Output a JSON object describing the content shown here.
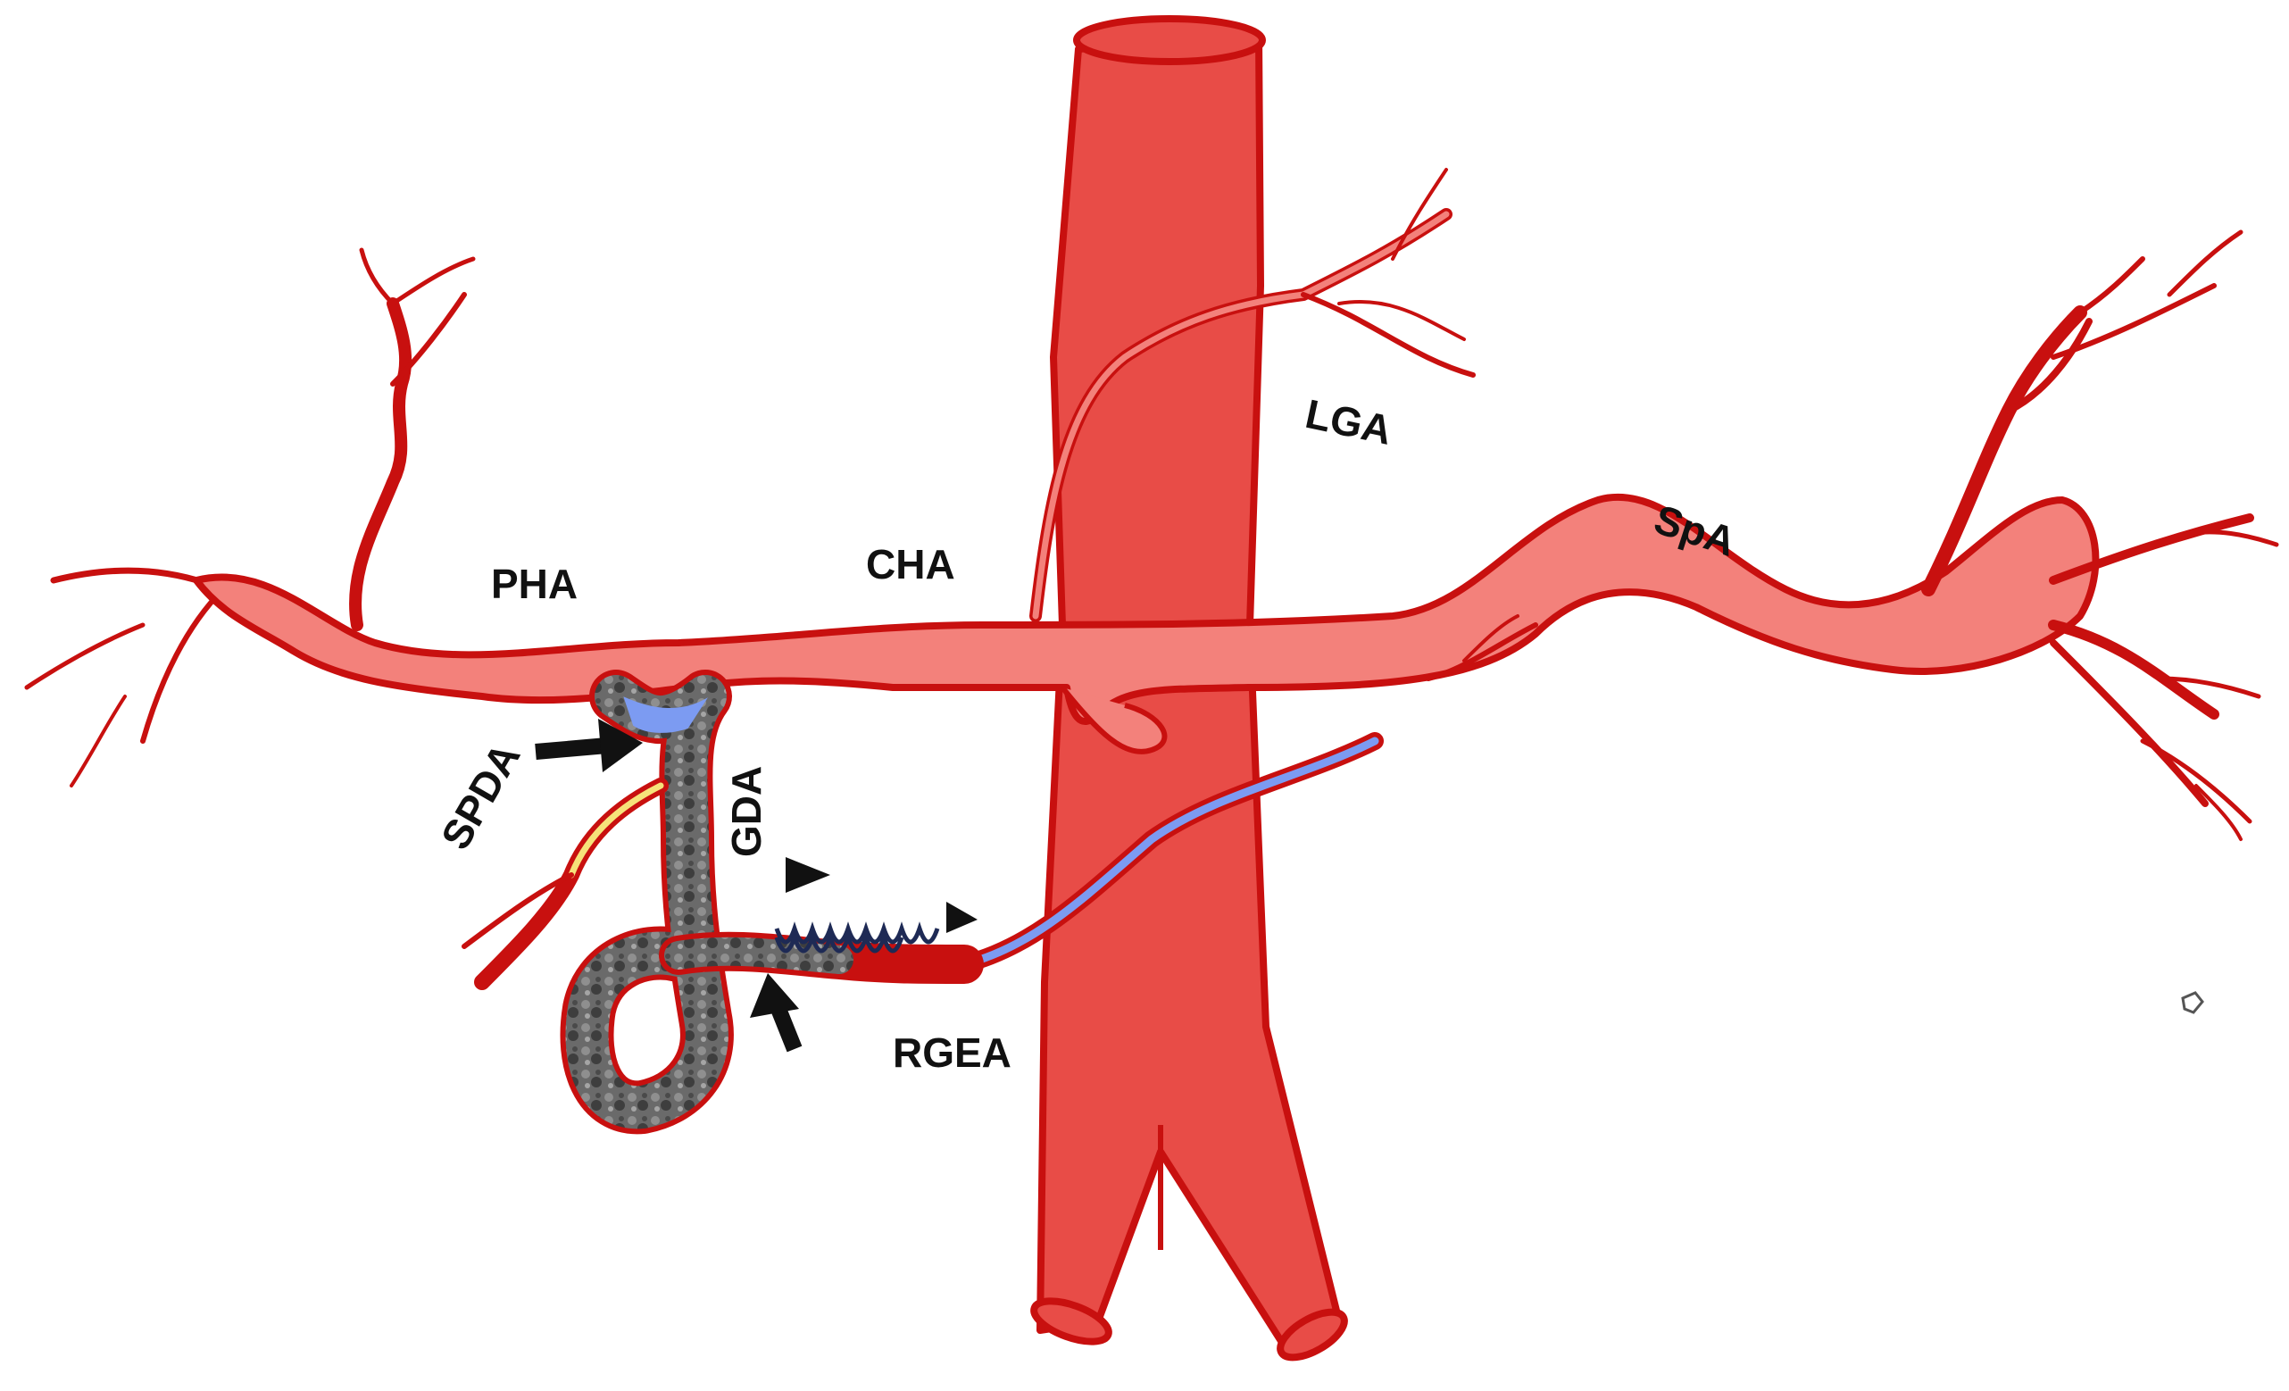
{
  "labels": {
    "pha": "PHA",
    "cha": "CHA",
    "lga": "LGA",
    "spa": "SpA",
    "spda": "SPDA",
    "gda": "GDA",
    "rgea": "RGEA"
  },
  "colors": {
    "artery_fill": "#F3817B",
    "aorta_fill": "#E84C47",
    "vessel_outline": "#C8100F",
    "embolic_blue": "#7C9BF2",
    "embolic_plug": "#5F5F5F",
    "coil": "#1E2A55",
    "arrow": "#111111",
    "spda_highlight": "#F6E27A"
  },
  "marker_types": [
    "arrow",
    "arrowhead"
  ]
}
